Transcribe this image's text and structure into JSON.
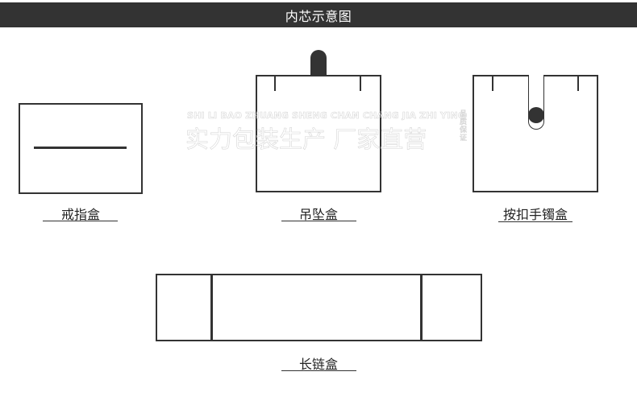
{
  "header": {
    "title": "内芯示意图",
    "background": "#333333",
    "text_color": "#ffffff"
  },
  "diagrams": [
    {
      "id": "ring-box",
      "label": "戒指盒"
    },
    {
      "id": "pendant-box",
      "label": "吊坠盒"
    },
    {
      "id": "snap-bracelet-box",
      "label": "按扣手镯盒"
    },
    {
      "id": "long-chain-box",
      "label": "长链盒"
    }
  ],
  "watermark": {
    "pinyin": "SHI LI BAO ZHUANG SHENG CHAN  CHANG JIA ZHI YING",
    "chinese": "实力包装生产 厂家直营",
    "side": "品质保证"
  },
  "colors": {
    "stroke": "#333333",
    "background": "#ffffff",
    "watermark": "#d6d6d6"
  }
}
